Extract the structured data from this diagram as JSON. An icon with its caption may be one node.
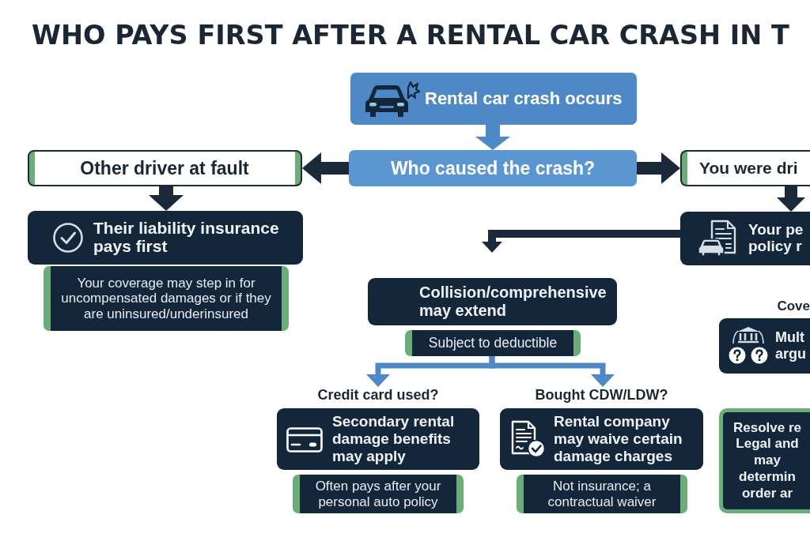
{
  "diagram": {
    "title": "WHO PAYS FIRST AFTER A RENTAL CAR CRASH IN T",
    "nodes": [
      {
        "text": [
          "Rental car crash occurs"
        ]
      },
      {
        "text": [
          "Who caused the crash?"
        ]
      },
      {
        "text": [
          "Other driver at fault"
        ]
      },
      {
        "text": [
          "You were dri"
        ]
      },
      {
        "text": [
          "Their liability insurance pays first"
        ]
      },
      {
        "text": [
          "Your coverage may step in for uncompensated damages or if they are uninsured/underinsured"
        ]
      },
      {
        "text": [
          "Your pe policy r"
        ]
      },
      {
        "text": [
          "Collision/comprehensive may extend"
        ]
      },
      {
        "text": [
          "Subject to deductible"
        ]
      },
      {
        "text": [
          "Credit card used?",
          "Secondary rental damage benefits may apply"
        ]
      },
      {
        "text": [
          "Often pays after your personal auto policy"
        ]
      },
      {
        "text": [
          "Bought CDW/LDW?",
          "Rental company may waive certain damage charges"
        ]
      },
      {
        "text": [
          "Not insurance; a contractual waiver"
        ]
      },
      {
        "text": [
          "Cove",
          "Mult argu"
        ]
      },
      {
        "text": [
          "Resolve re Legal and may determin order ar"
        ]
      }
    ],
    "edges": [
      {
        "from": 0,
        "to": 1,
        "arrow": "to",
        "color": "#4f88c6"
      },
      {
        "from": 1,
        "to": 2,
        "arrow": "to"
      },
      {
        "from": 1,
        "to": 3,
        "arrow": "to"
      },
      {
        "from": 2,
        "to": 4,
        "arrow": "to"
      },
      {
        "from": 3,
        "to": 6,
        "arrow": "to"
      },
      {
        "from": 6,
        "to": 7,
        "arrow": "to"
      },
      {
        "from": 8,
        "to": 9,
        "arrow": "to",
        "color": "#4f88c6"
      },
      {
        "from": 8,
        "to": 11,
        "arrow": "to",
        "color": "#4f88c6"
      }
    ]
  }
}
